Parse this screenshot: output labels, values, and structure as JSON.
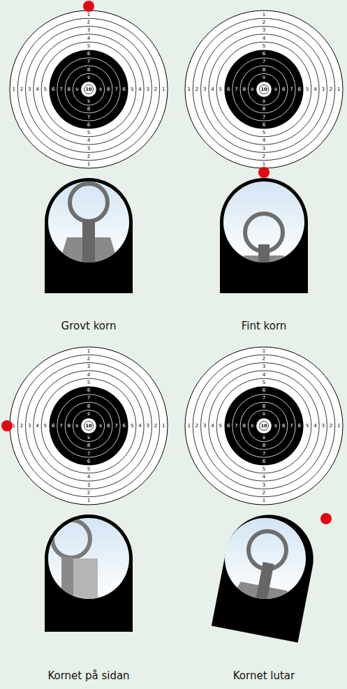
{
  "diagram": {
    "labels": [
      "1",
      "2",
      "3",
      "4",
      "5",
      "6",
      "7",
      "8",
      "9",
      "1",
      "2",
      "3",
      "4",
      "5",
      "6",
      "7",
      "8",
      "9",
      "10",
      "9",
      "8",
      "7",
      "6",
      "5",
      "4",
      "3",
      "2",
      "1",
      "9",
      "8",
      "7",
      "6",
      "5",
      "4",
      "3",
      "2",
      "1",
      "Grovt korn",
      "1",
      "2",
      "3",
      "4",
      "5",
      "6",
      "7",
      "8",
      "9",
      "1",
      "2",
      "3",
      "4",
      "5",
      "6",
      "7",
      "8",
      "9",
      "10",
      "9",
      "8",
      "7",
      "6",
      "5",
      "4",
      "3",
      "2",
      "1",
      "9",
      "8",
      "7",
      "6",
      "5",
      "4",
      "3",
      "2",
      "1",
      "Fint korn",
      "1",
      "2",
      "3",
      "4",
      "5",
      "6",
      "7",
      "8",
      "9",
      "1",
      "2",
      "3",
      "4",
      "5",
      "6",
      "7",
      "8",
      "9",
      "10",
      "9",
      "8",
      "7",
      "6",
      "5",
      "4",
      "3",
      "2",
      "1",
      "9",
      "8",
      "7",
      "6",
      "5",
      "4",
      "3",
      "2",
      "1",
      "Kornet på sidan",
      "1",
      "2",
      "3",
      "4",
      "5",
      "6",
      "7",
      "8",
      "9",
      "1",
      "2",
      "3",
      "4",
      "5",
      "6",
      "7",
      "8",
      "9",
      "10",
      "9",
      "8",
      "7",
      "6",
      "5",
      "4",
      "3",
      "2",
      "1",
      "9",
      "8",
      "7",
      "6",
      "5",
      "4",
      "3",
      "2",
      "1",
      "Kornet lutar"
    ]
  }
}
